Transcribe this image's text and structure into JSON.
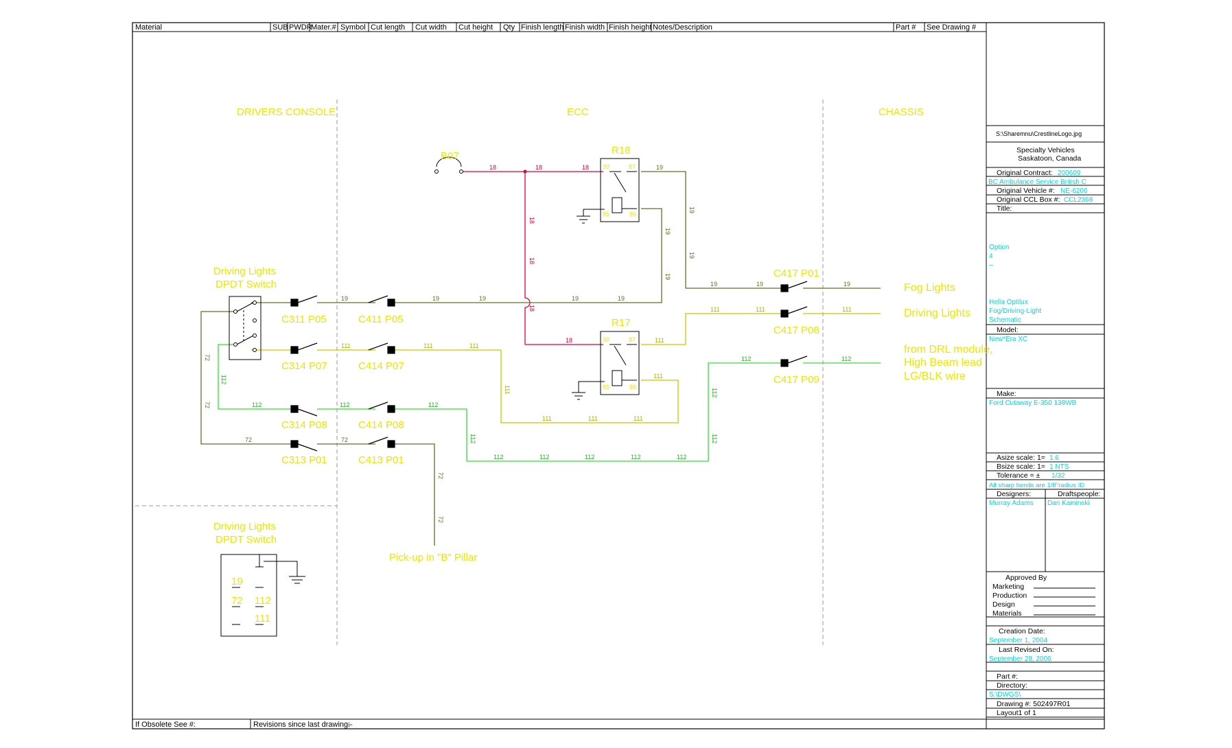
{
  "header": {
    "columns": [
      "Material",
      "SUB",
      "PWDR",
      "Mater.#",
      "Symbol",
      "Cut length",
      "Cut width",
      "Cut height",
      "Qty",
      "Finish length",
      "Finish width",
      "Finish height",
      "Notes/Description",
      "Part #",
      "See Drawing #"
    ]
  },
  "footer": {
    "obsolete_label": "If Obsolete See #:",
    "revisions_label": "Revisions since last drawing:",
    "revisions_value": "–"
  },
  "sections": {
    "drivers_console": "DRIVERS CONSOLE",
    "ecc": "ECC",
    "chassis": "CHASSIS"
  },
  "components": {
    "switch_label_1": "Driving Lights",
    "switch_label_2": "DPDT Switch",
    "switch2_label_1": "Driving Lights",
    "switch2_label_2": "DPDT Switch",
    "breaker": "B07",
    "relay_r18": "R18",
    "relay_r17": "R17",
    "r18_pins": [
      "30",
      "87",
      "85",
      "86"
    ],
    "r17_pins": [
      "30",
      "87",
      "85",
      "86"
    ],
    "pickup": "Pick-up in \"B\" Pillar"
  },
  "connectors": {
    "c311": "C311 P05",
    "c411": "C411 P05",
    "c314a": "C314 P07",
    "c414a": "C414 P07",
    "c314b": "C314 P08",
    "c414b": "C414 P08",
    "c313": "C313 P01",
    "c413": "C413 P01",
    "c417a": "C417 P01",
    "c417b": "C417 P08",
    "c417c": "C417 P09"
  },
  "outputs": {
    "fog": "Fog Lights",
    "driving": "Driving Lights",
    "drl_1": "from DRL module,",
    "drl_2": "High Beam lead",
    "drl_3": "LG/BLK wire"
  },
  "wire_numbers": {
    "w18": "18",
    "w19": "19",
    "w111": "111",
    "w112": "112",
    "w72": "72"
  },
  "switch_pinout": [
    "19",
    "72",
    "112",
    "111"
  ],
  "title_block": {
    "logo_path": "S:\\Sharemnu\\CrestlineLogo.jpg",
    "company_1": "Specialty Vehicles",
    "company_2": "Saskatoon, Canada",
    "orig_contract_label": "Original Contract:",
    "orig_contract_value": "200609",
    "customer": "BC Ambulance Service British C",
    "orig_vehicle_label": "Original Vehicle #:",
    "orig_vehicle_value": "NE-6206",
    "orig_ccl_label": "Original CCL Box #:",
    "orig_ccl_value": "CCL2368",
    "title_label": "Title:",
    "title_1": "Option",
    "title_2": "4",
    "title_3": "–",
    "desc_1": "Hella Optilux",
    "desc_2": "Fog/Driving-Light",
    "desc_3": "Schematic",
    "model_label": "Model:",
    "model_value": "New*Era XC",
    "make_label": "Make:",
    "make_value": "Ford Cutaway E-350 138WB",
    "asize_label": "Asize scale: 1=",
    "asize_value": "1.6",
    "bsize_label": "Bsize scale: 1=",
    "bsize_value": "1  NTS",
    "tol_label": "Tolerance = ±",
    "tol_value": "1/32",
    "bends": "All sharp bends are 1/8\"radius ID",
    "designers_label": "Designers:",
    "drafts_label": "Draftspeople:",
    "designer": "Murray Adams",
    "draftsperson": "Dan Kaminski",
    "approved_label": "Approved By",
    "approvals": [
      "Marketing",
      "Production",
      "Design",
      "Materials"
    ],
    "creation_label": "Creation Date:",
    "creation_value": "September 1, 2004",
    "revised_label": "Last Revised On:",
    "revised_value": "September 28, 2006",
    "part_label": "Part #:",
    "dir_label": "Directory:",
    "dir_value": "S:\\DWGS\\",
    "drawing_label": "Drawing #: 502497R01",
    "layout_label": "Layout1 of 1"
  },
  "colors": {
    "yellow_text": "#e8e800",
    "cyan_text": "#00d8d8",
    "wire_18": "#e0003c",
    "wire_19": "#6a6a2a",
    "wire_111": "#c8c800",
    "wire_112": "#30e030",
    "wire_72": "#6a6a2a"
  }
}
